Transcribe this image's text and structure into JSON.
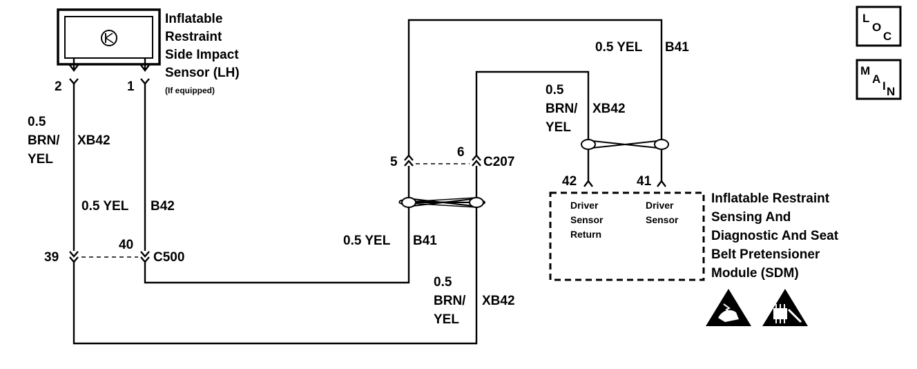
{
  "sensor": {
    "title_lines": [
      "Inflatable",
      "Restraint",
      "Side Impact",
      "Sensor (LH)"
    ],
    "subtitle": "(If equipped)",
    "pin_left": "2",
    "pin_right": "1"
  },
  "wires": {
    "left_size": "0.5",
    "left_color_1": "BRN/",
    "left_color_2": "YEL",
    "left_circuit": "XB42",
    "mid_label": "0.5 YEL",
    "mid_circuit": "B42",
    "center_label": "0.5 YEL",
    "center_circuit": "B41",
    "bottom_size": "0.5",
    "bottom_color_1": "BRN/",
    "bottom_color_2": "YEL",
    "bottom_circuit": "XB42",
    "top_label": "0.5 YEL",
    "top_circuit": "B41",
    "right_size": "0.5",
    "right_color_1": "BRN/",
    "right_color_2": "YEL",
    "right_circuit": "XB42"
  },
  "connectors": {
    "c500": {
      "name": "C500",
      "pin_a": "39",
      "pin_b": "40"
    },
    "c207": {
      "name": "C207",
      "pin_a": "5",
      "pin_b": "6"
    }
  },
  "sdm": {
    "pin_a": "42",
    "pin_b": "41",
    "pin_a_label": [
      "Driver",
      "Sensor",
      "Return"
    ],
    "pin_b_label": [
      "Driver",
      "Sensor"
    ],
    "title_lines": [
      "Inflatable Restraint",
      "Sensing And",
      "Diagnostic And Seat",
      "Belt Pretensioner",
      "Module (SDM)"
    ]
  },
  "buttons": {
    "loc": {
      "l1": "L",
      "l2": "O",
      "l3": "C"
    },
    "main": {
      "l1": "M",
      "l2": "A",
      "l3": "I",
      "l4": "N"
    }
  }
}
